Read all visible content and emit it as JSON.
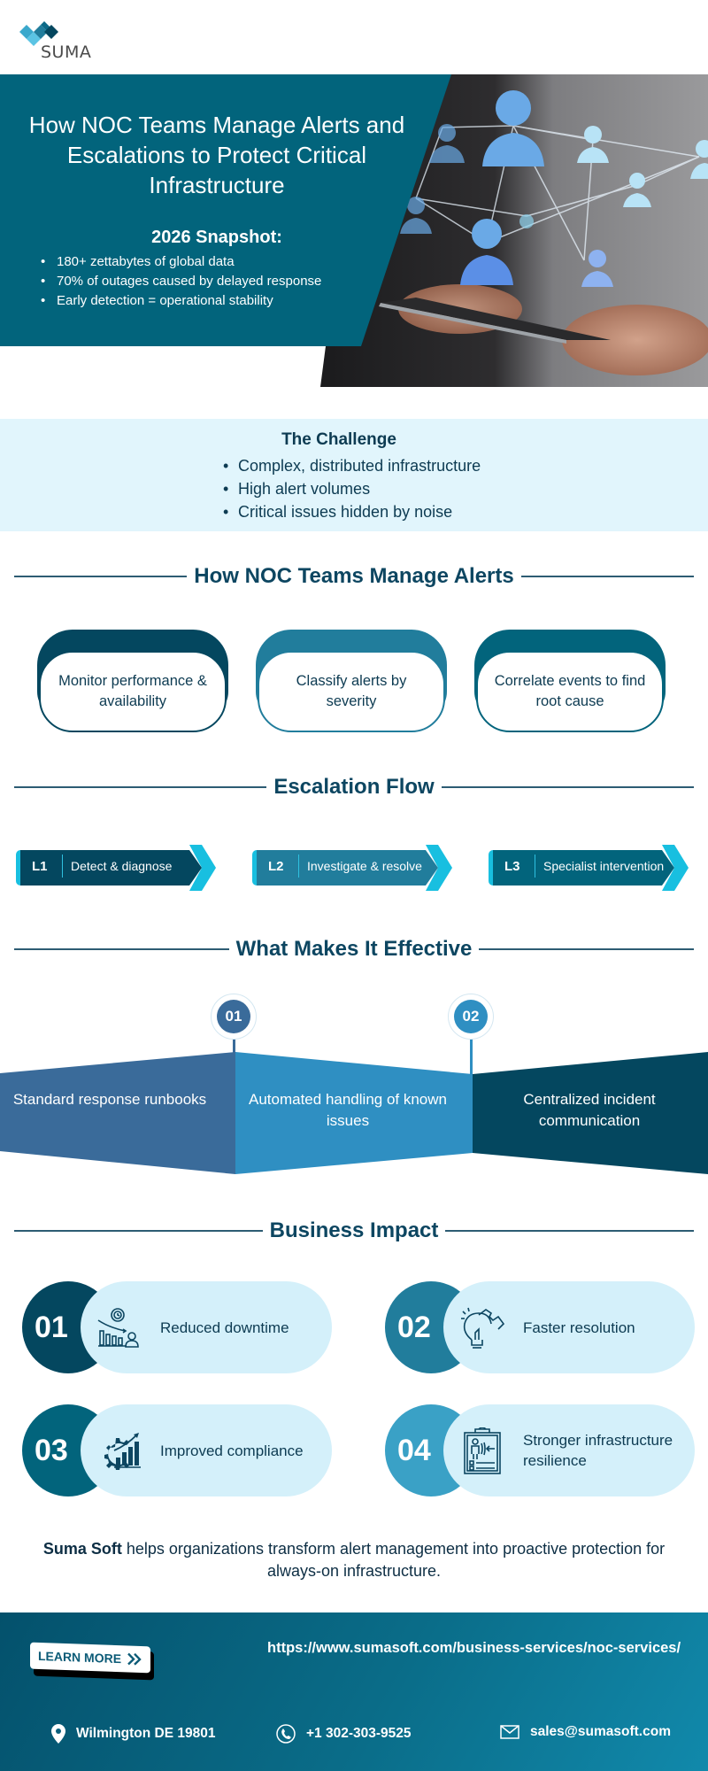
{
  "brand": {
    "logo_text": "SUMA",
    "colors": {
      "primary_teal": "#02647c",
      "dark_navy": "#04475f",
      "mid_teal": "#217d9c",
      "accent_cyan": "#18bfe0",
      "light_bg": "#e1f5fc",
      "steel_blue": "#3a6b9a",
      "sky_blue": "#2f8fc2"
    }
  },
  "hero": {
    "title": "How NOC Teams Manage Alerts and Escalations to Protect Critical Infrastructure",
    "snapshot_title": "2026 Snapshot:",
    "snapshot_items": [
      " 180+ zettabytes of global data",
      "70% of outages caused by delayed response",
      "Early detection = operational stability"
    ],
    "image_alt": "network-of-people-icons-over-tablet"
  },
  "challenge": {
    "title": "The Challenge",
    "items": [
      "Complex, distributed infrastructure",
      "High alert volumes",
      "Critical issues hidden by noise"
    ]
  },
  "manage": {
    "heading": "How NOC Teams Manage Alerts",
    "cards": [
      {
        "text": "Monitor performance & availability"
      },
      {
        "text": "Classify alerts by severity"
      },
      {
        "text": "Correlate events to find root cause"
      }
    ]
  },
  "escalation": {
    "heading": "Escalation Flow",
    "levels": [
      {
        "level": "L1",
        "label": "Detect & diagnose"
      },
      {
        "level": "L2",
        "label": "Investigate & resolve"
      },
      {
        "level": "L3",
        "label": "Specialist intervention"
      }
    ]
  },
  "effective": {
    "heading": "What Makes It Effective",
    "markers": [
      "01",
      "02"
    ],
    "items": [
      "Standard response runbooks",
      "Automated handling of known issues",
      "Centralized incident communication"
    ]
  },
  "impact": {
    "heading": "Business Impact",
    "items": [
      {
        "number": "01",
        "label": "Reduced downtime",
        "icon": "downtime-chart-icon"
      },
      {
        "number": "02",
        "label": "Faster resolution",
        "icon": "lightbulb-puzzle-icon"
      },
      {
        "number": "03",
        "label": "Improved compliance",
        "icon": "gear-growth-chart-icon"
      },
      {
        "number": "04",
        "label": "Stronger infrastructure resilience",
        "icon": "clipboard-resilience-icon"
      }
    ]
  },
  "closing": {
    "brand": "Suma Soft",
    "text": " helps organizations transform alert management into proactive protection for always-on infrastructure."
  },
  "footer": {
    "learn_more": "LEARN MORE",
    "url": "https://www.sumasoft.com/business-services/noc-services/",
    "address": "Wilmington DE 19801",
    "phone": "+1 302-303-9525",
    "email": "sales@sumasoft.com"
  }
}
